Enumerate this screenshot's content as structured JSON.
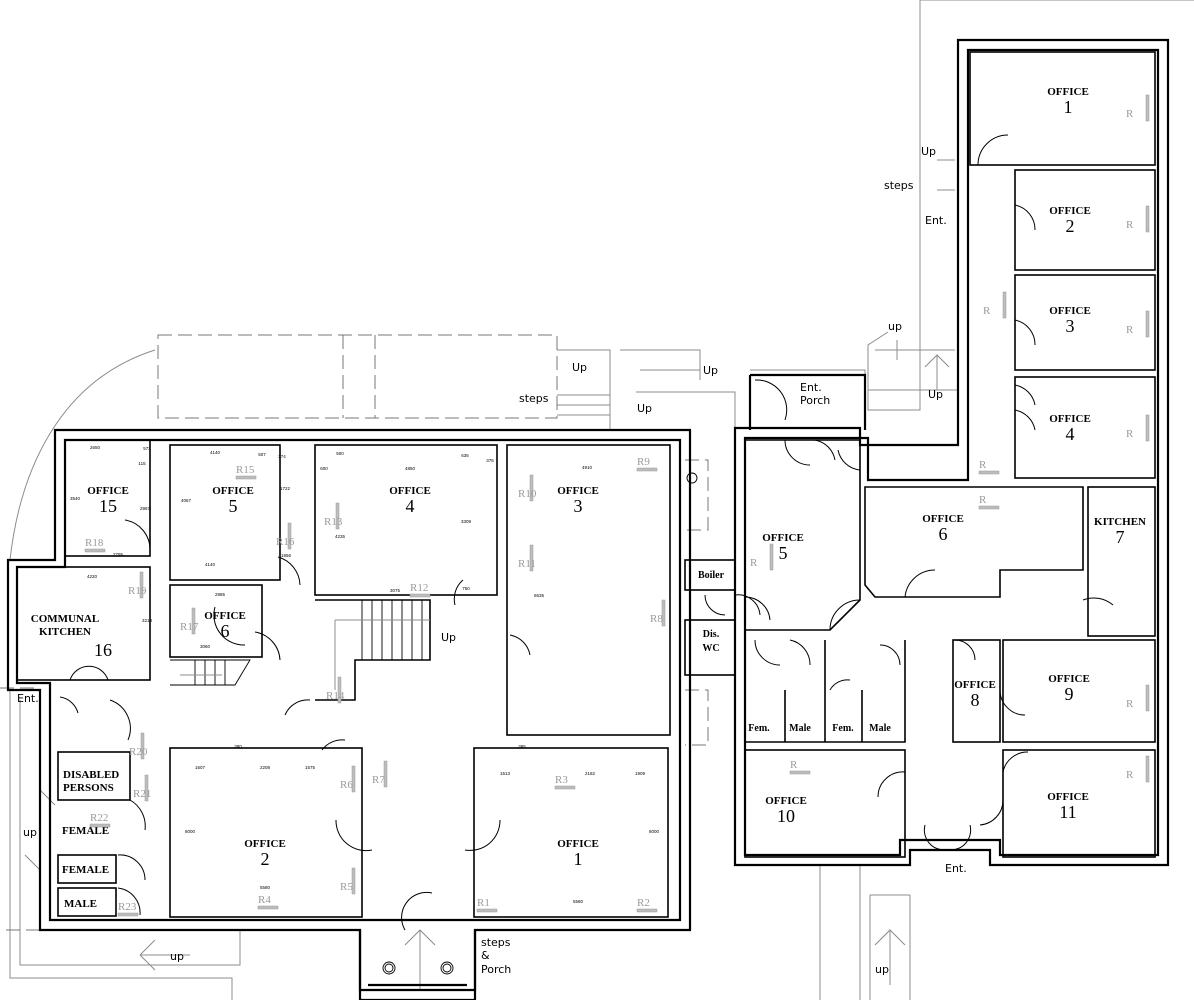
{
  "rooms": [
    {
      "label": "OFFICE",
      "number": "15"
    },
    {
      "label": "OFFICE",
      "number": "5"
    },
    {
      "label": "OFFICE",
      "number": "4"
    },
    {
      "label": "OFFICE",
      "number": "3"
    },
    {
      "label": "OFFICE",
      "number": "6"
    },
    {
      "label": "OFFICE",
      "number": "2"
    },
    {
      "label": "OFFICE",
      "number": "1"
    },
    {
      "label": "OFFICE",
      "number": "1"
    },
    {
      "label": "OFFICE",
      "number": "2"
    },
    {
      "label": "OFFICE",
      "number": "3"
    },
    {
      "label": "OFFICE",
      "number": "4"
    },
    {
      "label": "OFFICE",
      "number": "5"
    },
    {
      "label": "OFFICE",
      "number": "6"
    },
    {
      "label": "KITCHEN",
      "number": "7"
    },
    {
      "label": "OFFICE",
      "number": "8"
    },
    {
      "label": "OFFICE",
      "number": "9"
    },
    {
      "label": "OFFICE",
      "number": "10"
    },
    {
      "label": "OFFICE",
      "number": "11"
    },
    {
      "label": "COMMUNAL KITCHEN",
      "number": "16"
    }
  ],
  "washrooms": [
    "DISABLED",
    "PERSONS",
    "FEMALE",
    "FEMALE",
    "MALE",
    "Boiler",
    "Dis.",
    "WC",
    "Fem.",
    "Male",
    "Fem.",
    "Male"
  ],
  "radiators": [
    "R1",
    "R2",
    "R3",
    "R4",
    "R5",
    "R6",
    "R7",
    "R8",
    "R9",
    "R10",
    "R11",
    "R12",
    "R13",
    "R14",
    "R15",
    "R16",
    "R17",
    "R18",
    "R19",
    "R20",
    "R21",
    "R22",
    "R23",
    "R",
    "R",
    "R",
    "R",
    "R",
    "R",
    "R",
    "R",
    "R",
    "R",
    "R",
    "R"
  ],
  "notes": [
    "Up",
    "steps",
    "Up",
    "Up",
    "Up",
    "steps",
    "Ent.",
    "up",
    "Up",
    "Ent.",
    "Porch",
    "Up",
    "Ent.",
    "up",
    "up",
    "steps",
    "&",
    "Porch",
    "Ent.",
    "up"
  ],
  "dimensions": [
    "2650",
    "573",
    "115",
    "3540",
    "2967",
    "2795",
    "4220",
    "3213",
    "4140",
    "507",
    "374",
    "1722",
    "4067",
    "1956",
    "4140",
    "2985",
    "3060",
    "500",
    "600",
    "4850",
    "636",
    "375",
    "3309",
    "4235",
    "3075",
    "750",
    "4910",
    "6635",
    "380",
    "1607",
    "2208",
    "1575",
    "8000",
    "5580",
    "385",
    "1513",
    "2182",
    "1909",
    "8000",
    "5580"
  ]
}
